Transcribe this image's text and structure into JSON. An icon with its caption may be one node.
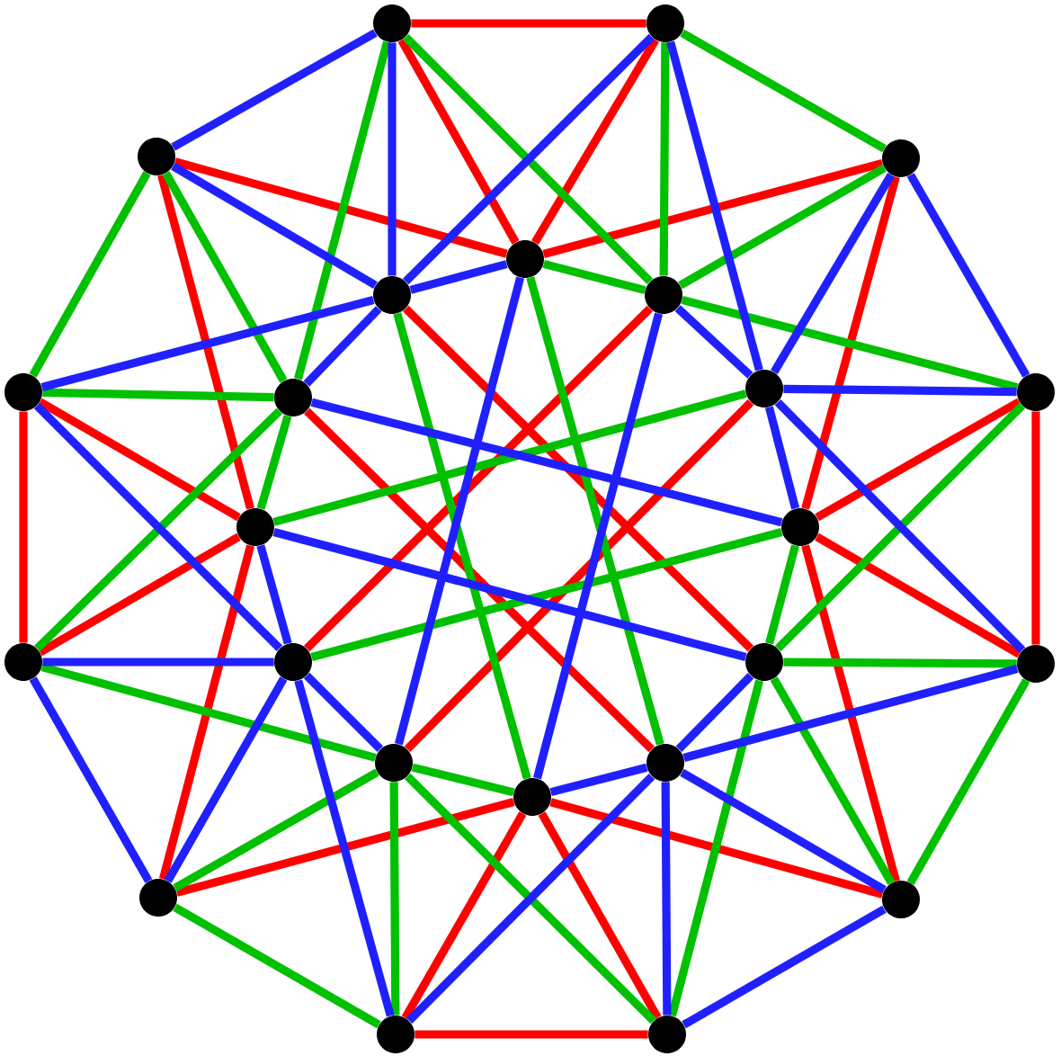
{
  "diagram": {
    "nodes": [
      {
        "text": [],
        "shape": "circle"
      },
      {
        "text": [],
        "shape": "circle"
      },
      {
        "text": [],
        "shape": "circle"
      },
      {
        "text": [],
        "shape": "circle"
      },
      {
        "text": [],
        "shape": "circle"
      },
      {
        "text": [],
        "shape": "circle"
      },
      {
        "text": [],
        "shape": "circle"
      },
      {
        "text": [],
        "shape": "circle"
      },
      {
        "text": [],
        "shape": "circle"
      },
      {
        "text": [],
        "shape": "circle"
      },
      {
        "text": [],
        "shape": "circle"
      },
      {
        "text": [],
        "shape": "circle"
      },
      {
        "text": [],
        "shape": "circle"
      },
      {
        "text": [],
        "shape": "circle"
      },
      {
        "text": [],
        "shape": "circle"
      },
      {
        "text": [],
        "shape": "circle"
      },
      {
        "text": [],
        "shape": "circle"
      },
      {
        "text": [],
        "shape": "circle"
      },
      {
        "text": [],
        "shape": "circle"
      },
      {
        "text": [],
        "shape": "circle"
      },
      {
        "text": [],
        "shape": "circle"
      },
      {
        "text": [],
        "shape": "circle"
      },
      {
        "text": [],
        "shape": "circle"
      },
      {
        "text": [],
        "shape": "circle"
      }
    ],
    "edges": [
      {
        "from": 0,
        "to": 1,
        "arrow": "none",
        "color": "#ff0000"
      },
      {
        "from": 0,
        "to": 4,
        "arrow": "none",
        "color": "#ff0000"
      },
      {
        "from": 1,
        "to": 4,
        "arrow": "none",
        "color": "#ff0000"
      },
      {
        "from": 2,
        "to": 4,
        "arrow": "none",
        "color": "#ff0000"
      },
      {
        "from": 6,
        "to": 14,
        "arrow": "none",
        "color": "#ff0000"
      },
      {
        "from": 2,
        "to": 11,
        "arrow": "none",
        "color": "#ff0000"
      },
      {
        "from": 10,
        "to": 16,
        "arrow": "none",
        "color": "#ff0000"
      },
      {
        "from": 10,
        "to": 12,
        "arrow": "none",
        "color": "#ff0000"
      },
      {
        "from": 16,
        "to": 12,
        "arrow": "none",
        "color": "#ff0000"
      },
      {
        "from": 3,
        "to": 12,
        "arrow": "none",
        "color": "#ff0000"
      },
      {
        "from": 15,
        "to": 5,
        "arrow": "none",
        "color": "#ff0000"
      },
      {
        "from": 3,
        "to": 4,
        "arrow": "none",
        "color": "#ff0000"
      },
      {
        "from": 23,
        "to": 22,
        "arrow": "none",
        "color": "#ff0000"
      },
      {
        "from": 23,
        "to": 19,
        "arrow": "none",
        "color": "#ff0000"
      },
      {
        "from": 22,
        "to": 19,
        "arrow": "none",
        "color": "#ff0000"
      },
      {
        "from": 21,
        "to": 19,
        "arrow": "none",
        "color": "#ff0000"
      },
      {
        "from": 17,
        "to": 9,
        "arrow": "none",
        "color": "#ff0000"
      },
      {
        "from": 21,
        "to": 12,
        "arrow": "none",
        "color": "#ff0000"
      },
      {
        "from": 13,
        "to": 7,
        "arrow": "none",
        "color": "#ff0000"
      },
      {
        "from": 13,
        "to": 11,
        "arrow": "none",
        "color": "#ff0000"
      },
      {
        "from": 7,
        "to": 11,
        "arrow": "none",
        "color": "#ff0000"
      },
      {
        "from": 20,
        "to": 11,
        "arrow": "none",
        "color": "#ff0000"
      },
      {
        "from": 8,
        "to": 18,
        "arrow": "none",
        "color": "#ff0000"
      },
      {
        "from": 20,
        "to": 19,
        "arrow": "none",
        "color": "#ff0000"
      },
      {
        "from": 1,
        "to": 3,
        "arrow": "none",
        "color": "#00c000"
      },
      {
        "from": 1,
        "to": 6,
        "arrow": "none",
        "color": "#00c000"
      },
      {
        "from": 3,
        "to": 6,
        "arrow": "none",
        "color": "#00c000"
      },
      {
        "from": 0,
        "to": 6,
        "arrow": "none",
        "color": "#00c000"
      },
      {
        "from": 9,
        "to": 11,
        "arrow": "none",
        "color": "#00c000"
      },
      {
        "from": 0,
        "to": 8,
        "arrow": "none",
        "color": "#00c000"
      },
      {
        "from": 8,
        "to": 11,
        "arrow": "none",
        "color": "#00c000"
      },
      {
        "from": 16,
        "to": 21,
        "arrow": "none",
        "color": "#00c000"
      },
      {
        "from": 16,
        "to": 15,
        "arrow": "none",
        "color": "#00c000"
      },
      {
        "from": 21,
        "to": 15,
        "arrow": "none",
        "color": "#00c000"
      },
      {
        "from": 10,
        "to": 15,
        "arrow": "none",
        "color": "#00c000"
      },
      {
        "from": 18,
        "to": 4,
        "arrow": "none",
        "color": "#00c000"
      },
      {
        "from": 10,
        "to": 6,
        "arrow": "none",
        "color": "#00c000"
      },
      {
        "from": 6,
        "to": 4,
        "arrow": "none",
        "color": "#00c000"
      },
      {
        "from": 22,
        "to": 20,
        "arrow": "none",
        "color": "#00c000"
      },
      {
        "from": 22,
        "to": 17,
        "arrow": "none",
        "color": "#00c000"
      },
      {
        "from": 20,
        "to": 17,
        "arrow": "none",
        "color": "#00c000"
      },
      {
        "from": 23,
        "to": 17,
        "arrow": "none",
        "color": "#00c000"
      },
      {
        "from": 14,
        "to": 12,
        "arrow": "none",
        "color": "#00c000"
      },
      {
        "from": 23,
        "to": 15,
        "arrow": "none",
        "color": "#00c000"
      },
      {
        "from": 15,
        "to": 12,
        "arrow": "none",
        "color": "#00c000"
      },
      {
        "from": 7,
        "to": 2,
        "arrow": "none",
        "color": "#00c000"
      },
      {
        "from": 7,
        "to": 8,
        "arrow": "none",
        "color": "#00c000"
      },
      {
        "from": 2,
        "to": 8,
        "arrow": "none",
        "color": "#00c000"
      },
      {
        "from": 13,
        "to": 8,
        "arrow": "none",
        "color": "#00c000"
      },
      {
        "from": 5,
        "to": 19,
        "arrow": "none",
        "color": "#00c000"
      },
      {
        "from": 13,
        "to": 17,
        "arrow": "none",
        "color": "#00c000"
      },
      {
        "from": 17,
        "to": 19,
        "arrow": "none",
        "color": "#00c000"
      },
      {
        "from": 3,
        "to": 10,
        "arrow": "none",
        "color": "#2020ff"
      },
      {
        "from": 3,
        "to": 9,
        "arrow": "none",
        "color": "#2020ff"
      },
      {
        "from": 10,
        "to": 9,
        "arrow": "none",
        "color": "#2020ff"
      },
      {
        "from": 1,
        "to": 9,
        "arrow": "none",
        "color": "#2020ff"
      },
      {
        "from": 9,
        "to": 12,
        "arrow": "none",
        "color": "#2020ff"
      },
      {
        "from": 12,
        "to": 8,
        "arrow": "none",
        "color": "#2020ff"
      },
      {
        "from": 1,
        "to": 5,
        "arrow": "none",
        "color": "#2020ff"
      },
      {
        "from": 5,
        "to": 8,
        "arrow": "none",
        "color": "#2020ff"
      },
      {
        "from": 21,
        "to": 23,
        "arrow": "none",
        "color": "#2020ff"
      },
      {
        "from": 21,
        "to": 18,
        "arrow": "none",
        "color": "#2020ff"
      },
      {
        "from": 23,
        "to": 18,
        "arrow": "none",
        "color": "#2020ff"
      },
      {
        "from": 16,
        "to": 18,
        "arrow": "none",
        "color": "#2020ff"
      },
      {
        "from": 18,
        "to": 19,
        "arrow": "none",
        "color": "#2020ff"
      },
      {
        "from": 19,
        "to": 6,
        "arrow": "none",
        "color": "#2020ff"
      },
      {
        "from": 16,
        "to": 9,
        "arrow": "none",
        "color": "#2020ff"
      },
      {
        "from": 9,
        "to": 6,
        "arrow": "none",
        "color": "#2020ff"
      },
      {
        "from": 20,
        "to": 13,
        "arrow": "none",
        "color": "#2020ff"
      },
      {
        "from": 20,
        "to": 14,
        "arrow": "none",
        "color": "#2020ff"
      },
      {
        "from": 13,
        "to": 14,
        "arrow": "none",
        "color": "#2020ff"
      },
      {
        "from": 22,
        "to": 14,
        "arrow": "none",
        "color": "#2020ff"
      },
      {
        "from": 14,
        "to": 11,
        "arrow": "none",
        "color": "#2020ff"
      },
      {
        "from": 11,
        "to": 15,
        "arrow": "none",
        "color": "#2020ff"
      },
      {
        "from": 22,
        "to": 18,
        "arrow": "none",
        "color": "#2020ff"
      },
      {
        "from": 18,
        "to": 15,
        "arrow": "none",
        "color": "#2020ff"
      },
      {
        "from": 2,
        "to": 0,
        "arrow": "none",
        "color": "#2020ff"
      },
      {
        "from": 2,
        "to": 5,
        "arrow": "none",
        "color": "#2020ff"
      },
      {
        "from": 0,
        "to": 5,
        "arrow": "none",
        "color": "#2020ff"
      },
      {
        "from": 7,
        "to": 5,
        "arrow": "none",
        "color": "#2020ff"
      },
      {
        "from": 5,
        "to": 4,
        "arrow": "none",
        "color": "#2020ff"
      },
      {
        "from": 4,
        "to": 17,
        "arrow": "none",
        "color": "#2020ff"
      },
      {
        "from": 7,
        "to": 14,
        "arrow": "none",
        "color": "#2020ff"
      },
      {
        "from": 14,
        "to": 17,
        "arrow": "none",
        "color": "#2020ff"
      }
    ]
  }
}
